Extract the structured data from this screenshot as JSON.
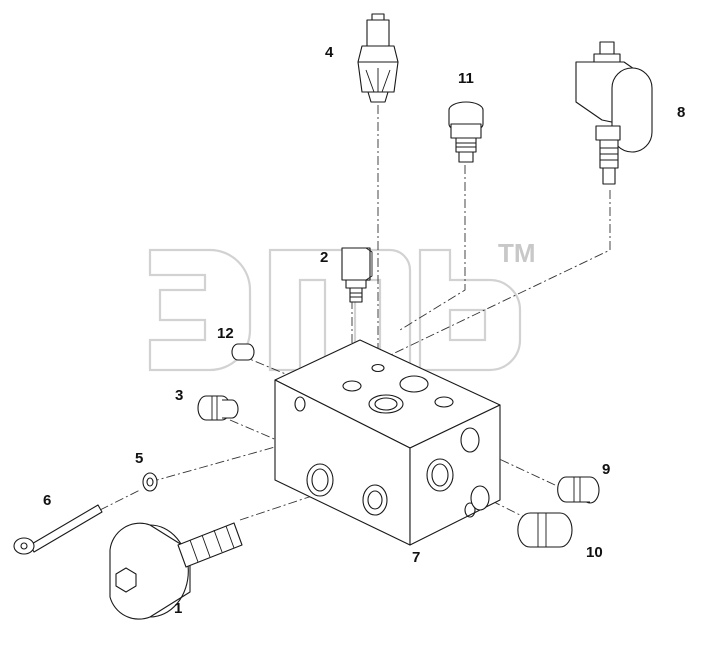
{
  "watermark": {
    "trademark": "TM"
  },
  "callouts": [
    {
      "id": "1",
      "label": "1"
    },
    {
      "id": "2",
      "label": "2"
    },
    {
      "id": "3",
      "label": "3"
    },
    {
      "id": "4",
      "label": "4"
    },
    {
      "id": "5",
      "label": "5"
    },
    {
      "id": "6",
      "label": "6"
    },
    {
      "id": "7",
      "label": "7"
    },
    {
      "id": "8",
      "label": "8"
    },
    {
      "id": "9",
      "label": "9"
    },
    {
      "id": "10",
      "label": "10"
    },
    {
      "id": "11",
      "label": "11"
    },
    {
      "id": "12",
      "label": "12"
    }
  ]
}
